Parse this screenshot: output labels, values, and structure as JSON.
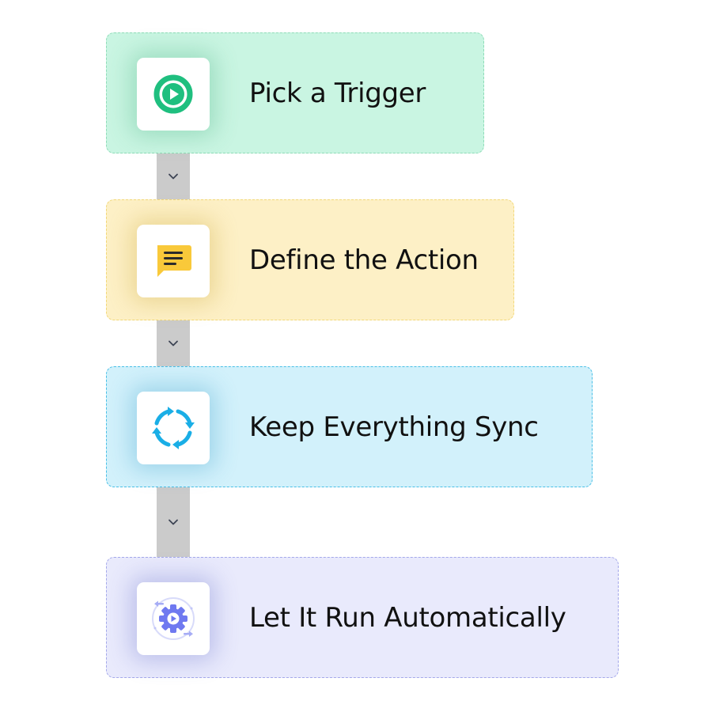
{
  "steps": [
    {
      "label": "Pick a Trigger",
      "icon": "play-circle-icon",
      "bg": "#c9f5e2",
      "border": "#8fdcb8",
      "glow": "rgba(60,170,120,0.30)"
    },
    {
      "label": "Define the Action",
      "icon": "message-icon",
      "bg": "#fdf0c6",
      "border": "#f2d878",
      "glow": "rgba(200,160,40,0.30)"
    },
    {
      "label": "Keep Everything Sync",
      "icon": "sync-icon",
      "bg": "#d2f1fb",
      "border": "#49bfe6",
      "glow": "rgba(40,150,200,0.30)"
    },
    {
      "label": "Let It Run Automatically",
      "icon": "automation-gear-icon",
      "bg": "#e9eafc",
      "border": "#a4a8ea",
      "glow": "rgba(90,100,200,0.30)"
    }
  ],
  "colors": {
    "connector": "#cbcbcb",
    "chevron": "#3d4454",
    "trigger_green": "#1fbf7f",
    "message_yellow": "#f9c93a",
    "sync_blue": "#1aaee6",
    "gear_purple": "#6f79f0"
  }
}
